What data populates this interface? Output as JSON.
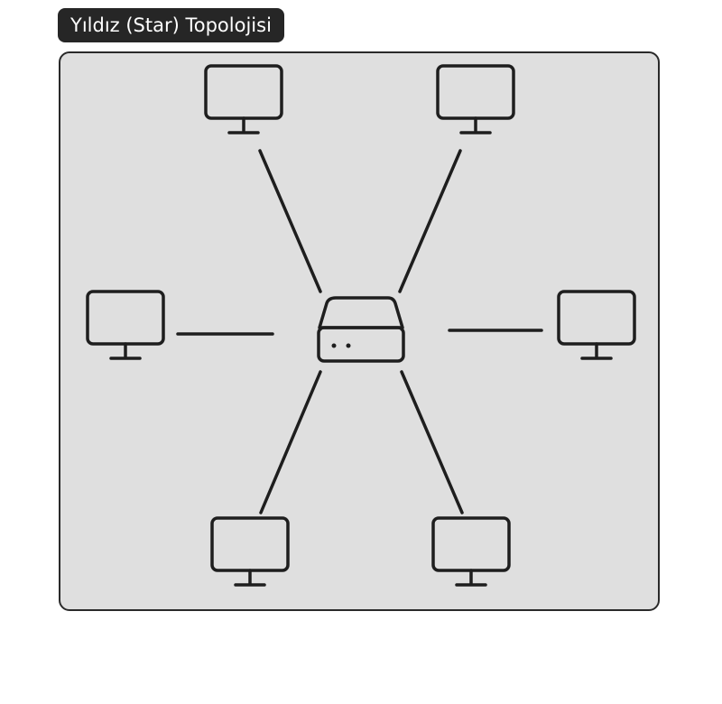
{
  "title": "Yıldız (Star) Topolojisi",
  "icons": {
    "hub": "network-switch-icon",
    "node": "computer-monitor-icon"
  },
  "colors": {
    "title_background": "#262626",
    "title_text": "#ffffff",
    "panel_background": "#dfdfdf",
    "stroke": "#1e1e1e"
  },
  "topology": {
    "hub_count": 1,
    "node_count": 6,
    "links": 6
  }
}
